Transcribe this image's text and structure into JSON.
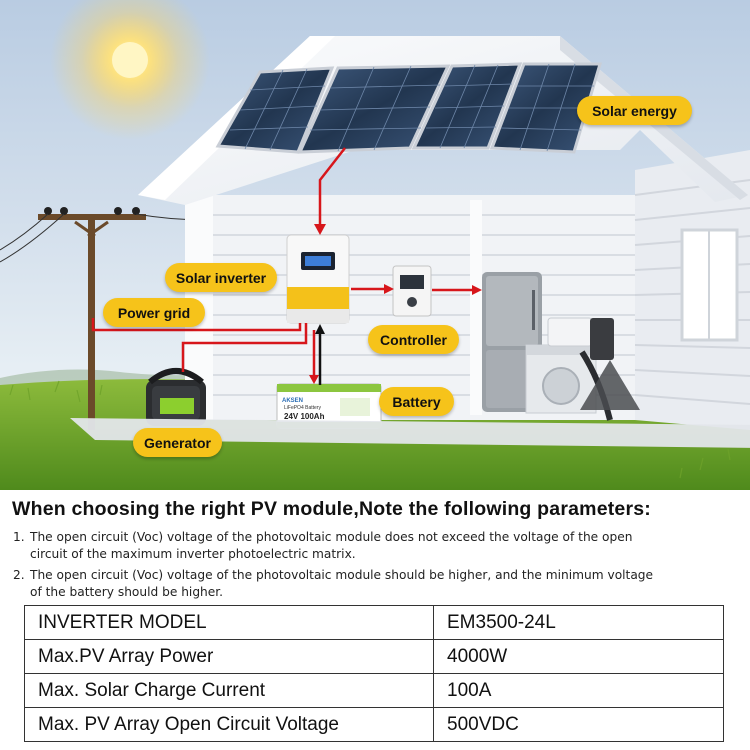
{
  "labels": {
    "solar_energy": "Solar energy",
    "solar_inverter": "Solar inverter",
    "power_grid": "Power grid",
    "controller": "Controller",
    "battery": "Battery",
    "generator": "Generator"
  },
  "battery_print": {
    "brand": "AKSEN",
    "type": "LiFePO4 Battery",
    "spec": "24V 100Ah"
  },
  "heading": "When choosing the right PV module,Note the following parameters:",
  "notes": [
    {
      "num": "1.",
      "line1": "The open circuit (Voc) voltage of the photovoltaic module does not exceed the voltage of the open",
      "line2": "circuit of the maximum inverter photoelectric matrix."
    },
    {
      "num": "2.",
      "line1": "The open circuit (Voc) voltage of the photovoltaic module should be higher, and the minimum voltage",
      "line2": "of the battery should be higher."
    }
  ],
  "spec_table": [
    {
      "param": "INVERTER MODEL",
      "value": "EM3500-24L"
    },
    {
      "param": "Max.PV Array Power",
      "value": "4000W"
    },
    {
      "param": "Max. Solar Charge Current",
      "value": "100A"
    },
    {
      "param": "Max. PV Array Open Circuit Voltage",
      "value": "500VDC"
    }
  ],
  "colors": {
    "label_fill": "#f6c31a",
    "wire_red": "#d7161b",
    "wire_black": "#111111"
  }
}
